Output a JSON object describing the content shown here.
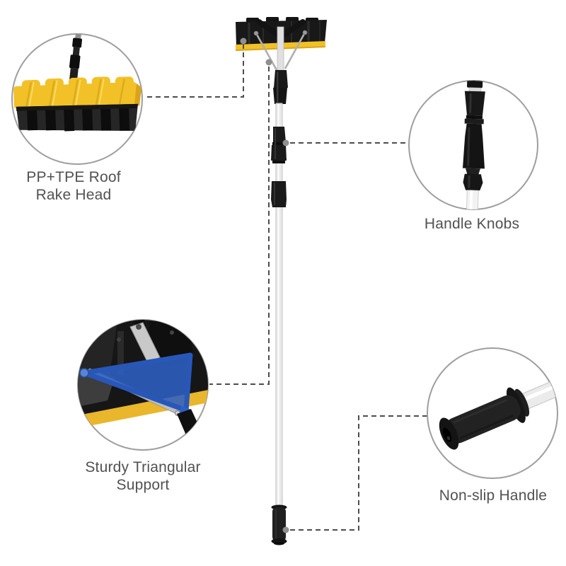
{
  "figure": {
    "type": "annotated-product-diagram",
    "subject": "telescoping snow roof rake with callout feature circles"
  },
  "callouts": {
    "rake_head": {
      "lines": [
        "PP+TPE Roof",
        "Rake Head"
      ]
    },
    "handle_knobs": {
      "lines": [
        "Handle Knobs"
      ]
    },
    "triangular_support": {
      "lines": [
        "Sturdy Triangular",
        "Support"
      ]
    },
    "non_slip_handle": {
      "lines": [
        "Non-slip Handle"
      ]
    }
  },
  "colors": {
    "accent_yellow": "#F2C128",
    "highlight_blue": "#2E60C4",
    "product_black": "#1A1A1A",
    "pole_silver": "#E9E9E9",
    "circle_border": "#9E9E9E",
    "connector_gray": "#4D4D4D",
    "label_text": "#515151"
  }
}
